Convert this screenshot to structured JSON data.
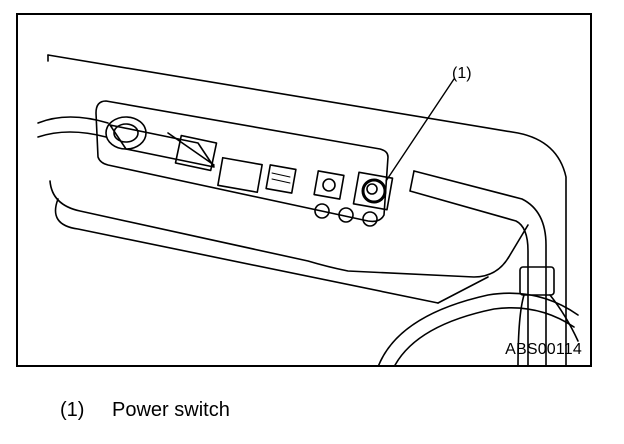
{
  "figure": {
    "code": "ABS00114",
    "callout": "(1)"
  },
  "legend": [
    {
      "number": "(1)",
      "text": "Power switch"
    }
  ],
  "icons": [
    "power-switch-icon",
    "connector-port-icon"
  ]
}
